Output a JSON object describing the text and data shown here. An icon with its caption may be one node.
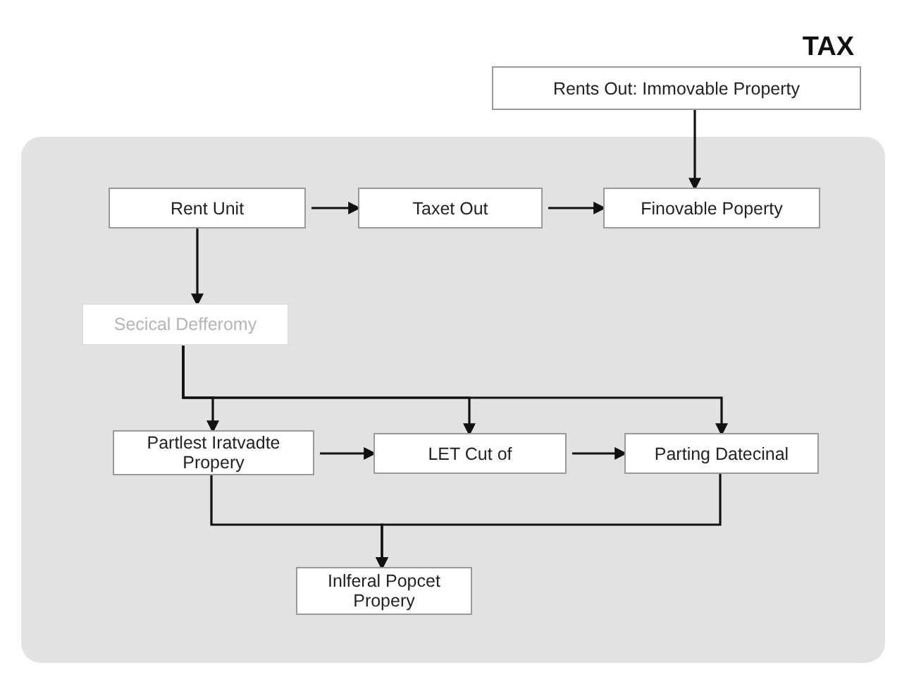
{
  "diagram": {
    "title": "TAX",
    "nodes": [
      {
        "text": [
          "Rents Out: Immovable Property"
        ]
      },
      {
        "text": [
          "Rent Unit"
        ]
      },
      {
        "text": [
          "Taxet Out"
        ]
      },
      {
        "text": [
          "Finovable Poperty"
        ]
      },
      {
        "text": [
          "Secical Defferomy"
        ]
      },
      {
        "text": [
          "Partlest Iratvadte Propery"
        ]
      },
      {
        "text": [
          "LET Cut of"
        ]
      },
      {
        "text": [
          "Parting Datecinal"
        ]
      },
      {
        "text": [
          "Inlferal Popcet Propery"
        ]
      }
    ],
    "edges": [
      {
        "from": 0,
        "to": 3,
        "arrow": "to"
      },
      {
        "from": 1,
        "to": 2,
        "arrow": "to"
      },
      {
        "from": 2,
        "to": 3,
        "arrow": "to"
      },
      {
        "from": 1,
        "to": 4,
        "arrow": "to"
      },
      {
        "from": 4,
        "to": 5,
        "arrow": "to"
      },
      {
        "from": 4,
        "to": 6,
        "arrow": "to"
      },
      {
        "from": 4,
        "to": 7,
        "arrow": "to"
      },
      {
        "from": 5,
        "to": 6,
        "arrow": "to"
      },
      {
        "from": 6,
        "to": 7,
        "arrow": "to"
      },
      {
        "from": 5,
        "to": 8,
        "arrow": "to"
      },
      {
        "from": 7,
        "to": 8,
        "arrow": "to"
      }
    ]
  }
}
